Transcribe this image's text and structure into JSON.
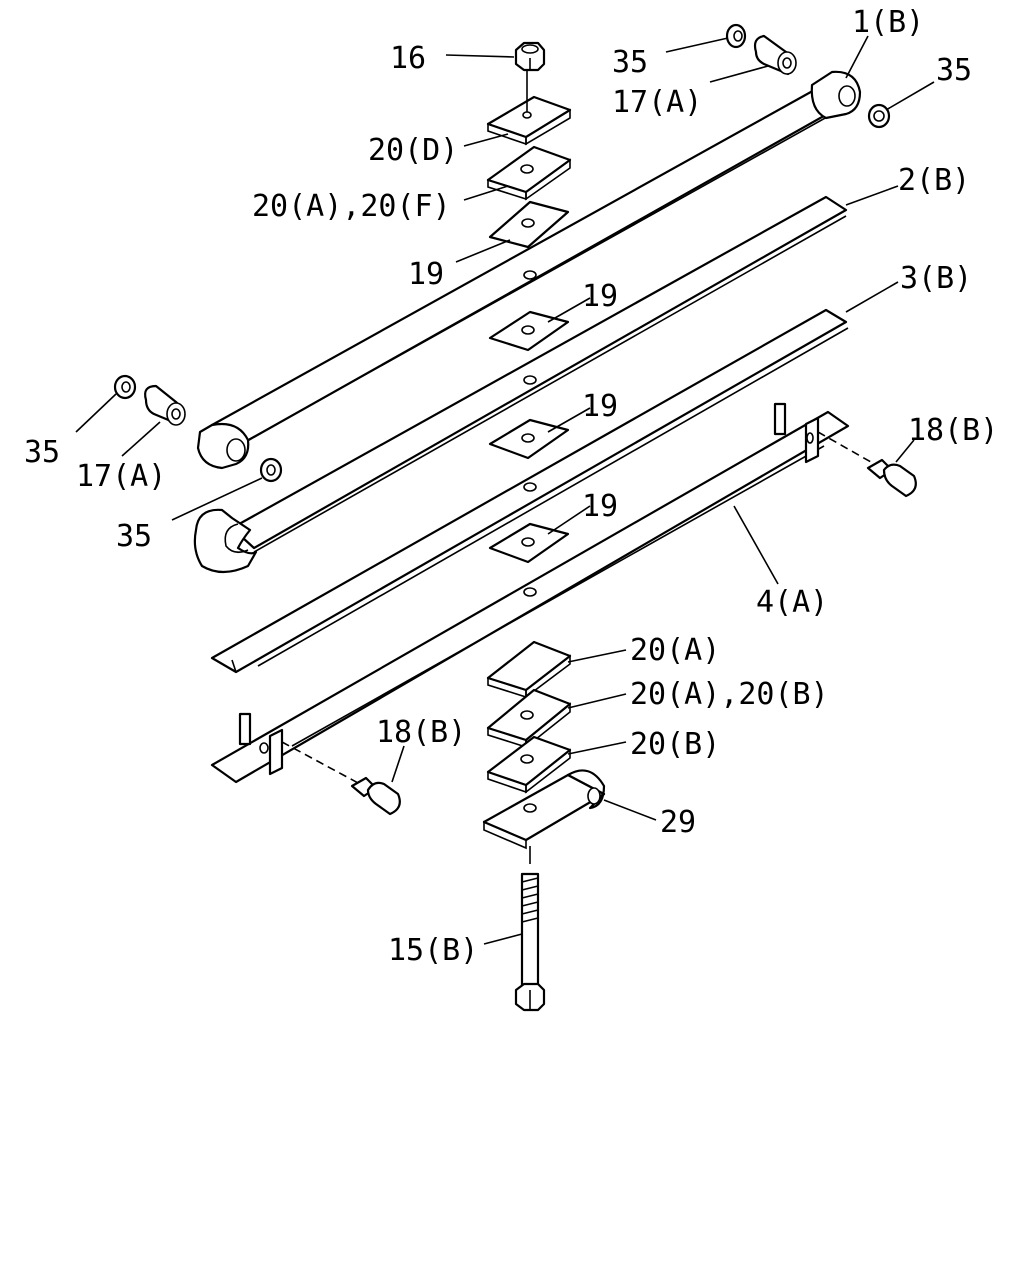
{
  "diagram": {
    "callouts": [
      {
        "id": "c1",
        "text": "16"
      },
      {
        "id": "c2",
        "text": "35"
      },
      {
        "id": "c3",
        "text": "17(A)"
      },
      {
        "id": "c4",
        "text": "1(B)"
      },
      {
        "id": "c5",
        "text": "35"
      },
      {
        "id": "c6",
        "text": "20(D)"
      },
      {
        "id": "c7",
        "text": "20(A),20(F)"
      },
      {
        "id": "c8",
        "text": "2(B)"
      },
      {
        "id": "c9",
        "text": "19"
      },
      {
        "id": "c10",
        "text": "3(B)"
      },
      {
        "id": "c11",
        "text": "19"
      },
      {
        "id": "c12",
        "text": "19"
      },
      {
        "id": "c13",
        "text": "18(B)"
      },
      {
        "id": "c14",
        "text": "35"
      },
      {
        "id": "c15",
        "text": "17(A)"
      },
      {
        "id": "c16",
        "text": "19"
      },
      {
        "id": "c17",
        "text": "35"
      },
      {
        "id": "c18",
        "text": "4(A)"
      },
      {
        "id": "c19",
        "text": "20(A)"
      },
      {
        "id": "c20",
        "text": "20(A),20(B)"
      },
      {
        "id": "c21",
        "text": "18(B)"
      },
      {
        "id": "c22",
        "text": "20(B)"
      },
      {
        "id": "c23",
        "text": "29"
      },
      {
        "id": "c24",
        "text": "15(B)"
      }
    ]
  }
}
